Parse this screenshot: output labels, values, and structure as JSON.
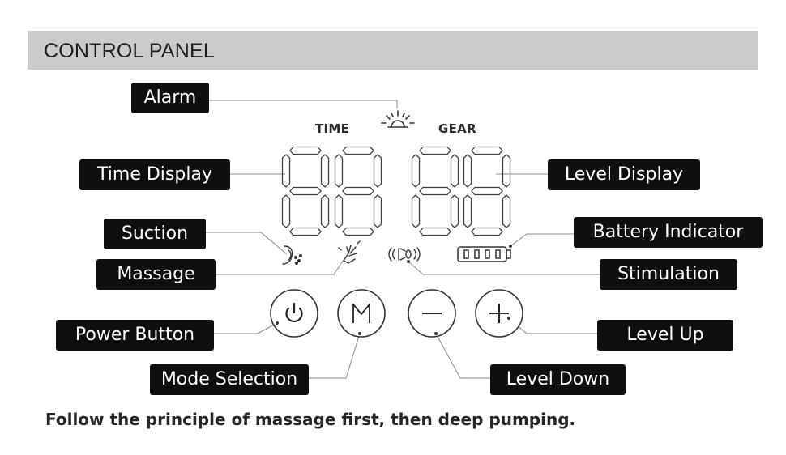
{
  "header": {
    "title": "CONTROL PANEL"
  },
  "display": {
    "time_caption": "TIME",
    "gear_caption": "GEAR"
  },
  "labels": {
    "alarm": "Alarm",
    "time_display": "Time Display",
    "level_display": "Level Display",
    "suction": "Suction",
    "battery_indicator": "Battery Indicator",
    "massage": "Massage",
    "stimulation": "Stimulation",
    "power_button": "Power Button",
    "level_up": "Level Up",
    "mode_selection": "Mode Selection",
    "level_down": "Level Down"
  },
  "buttons": [
    {
      "name": "power",
      "icon": "power-icon"
    },
    {
      "name": "mode",
      "icon": "m-icon"
    },
    {
      "name": "minus",
      "icon": "minus-icon"
    },
    {
      "name": "plus",
      "icon": "plus-icon"
    }
  ],
  "footer": {
    "note": "Follow the principle of massage first, then deep pumping."
  },
  "colors": {
    "header_bg": "#cbcbcb",
    "label_bg": "#0f0f0f",
    "label_text": "#ffffff",
    "line": "#8a8a8a"
  }
}
